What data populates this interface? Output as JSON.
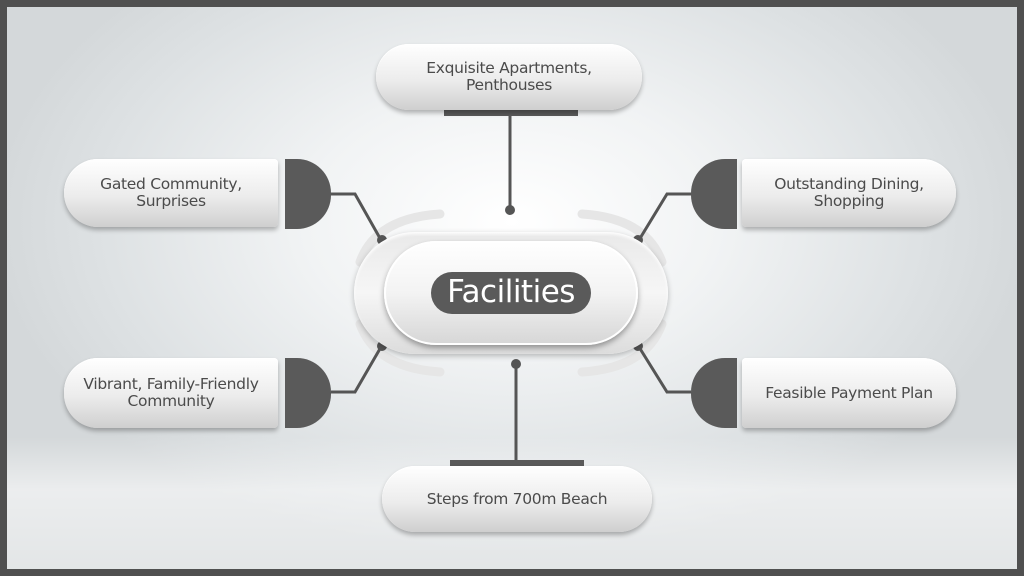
{
  "colors": {
    "accent": "#5a5a5a",
    "text": "#4b4b4b",
    "frame": "#505050"
  },
  "hub": {
    "label": "Facilities"
  },
  "items": {
    "top": "Exquisite Apartments,\nPenthouses",
    "upper_left": "Gated Community,\nSurprises",
    "upper_right": "Outstanding Dining,\nShopping",
    "lower_left": "Vibrant, Family-Friendly\nCommunity",
    "lower_right": "Feasible Payment Plan",
    "bottom": "Steps from 700m Beach"
  }
}
